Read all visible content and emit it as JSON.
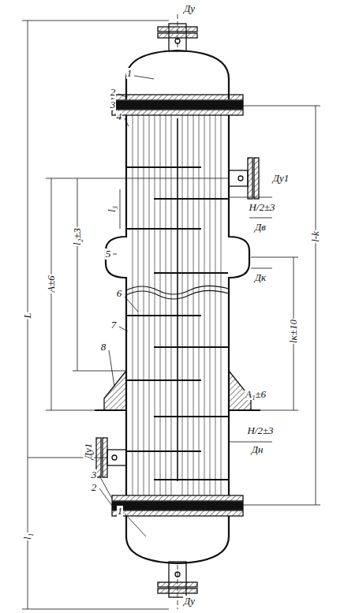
{
  "diagram": {
    "labels": [
      "Ду",
      "1",
      "2",
      "3",
      "4",
      "Ду1",
      "l₃",
      "H/2±3",
      "Дв",
      "5",
      "l₂±3",
      "A±6",
      "L",
      "Дк",
      "l-k",
      "6",
      "lк±10",
      "7",
      "8",
      "A₁±6",
      "H/2±3",
      "Дн",
      "Ду1",
      "3",
      "2",
      "1",
      "l₁",
      "Ду"
    ]
  }
}
